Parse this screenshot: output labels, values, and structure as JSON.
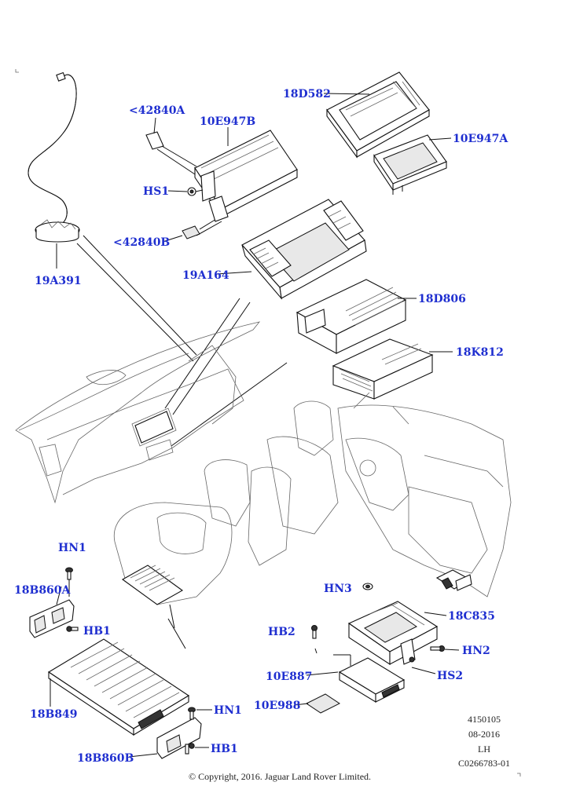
{
  "callouts": {
    "c19A391": "19A391",
    "c42840A": "<42840A",
    "c10E947B": "10E947B",
    "cHS1": "HS1",
    "c42840B": "<42840B",
    "c19A164": "19A164",
    "c18D582": "18D582",
    "c10E947A": "10E947A",
    "c18D806": "18D806",
    "c18K812": "18K812",
    "cHN1a": "HN1",
    "c18B860A": "18B860A",
    "cHB1a": "HB1",
    "c18B849": "18B849",
    "cHN1b": "HN1",
    "cHB1b": "HB1",
    "c18B860B": "18B860B",
    "cHN3": "HN3",
    "c18C835": "18C835",
    "cHB2": "HB2",
    "cHN2": "HN2",
    "c10E887": "10E887",
    "cHS2": "HS2",
    "c10E988": "10E988"
  },
  "meta": {
    "code": "4150105",
    "date": "08-2016",
    "side": "LH",
    "ref": "C0266783-01"
  },
  "copyright": "© Copyright, 2016. Jaguar Land Rover Limited."
}
